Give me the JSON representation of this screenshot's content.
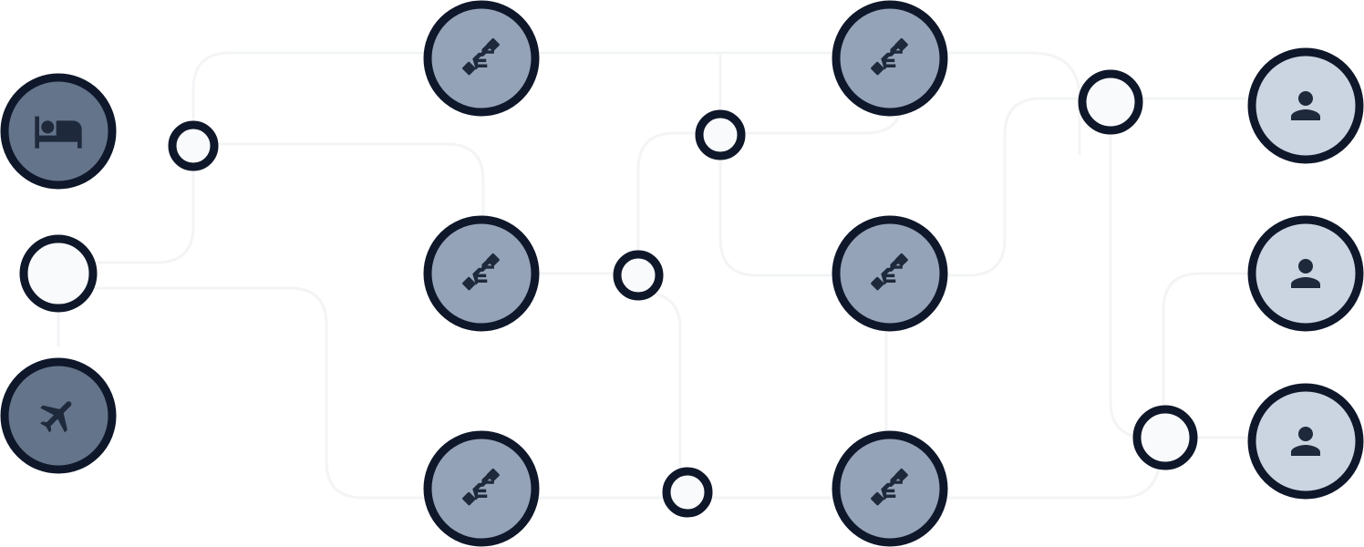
{
  "colors": {
    "background": "#ffffff",
    "edge": "#f3f4f6",
    "outline": "#0f172a",
    "icon": "#1e293b",
    "source_fill": "#64748b",
    "handover_fill": "#94a3b8",
    "person_fill": "#cbd5e1",
    "junction_fill": "#f8fafc"
  },
  "nodes": [
    {
      "id": "bed",
      "icon": "bed-icon",
      "kind": "source",
      "interactable": true
    },
    {
      "id": "source-blank",
      "icon": "",
      "kind": "junction-large",
      "interactable": true
    },
    {
      "id": "plane",
      "icon": "plane-icon",
      "kind": "source",
      "interactable": true
    },
    {
      "id": "handover-1",
      "icon": "handshake-icon",
      "kind": "handover",
      "interactable": true
    },
    {
      "id": "handover-2",
      "icon": "handshake-icon",
      "kind": "handover",
      "interactable": true
    },
    {
      "id": "handover-3",
      "icon": "handshake-icon",
      "kind": "handover",
      "interactable": true
    },
    {
      "id": "handover-4",
      "icon": "handshake-icon",
      "kind": "handover",
      "interactable": true
    },
    {
      "id": "handover-5",
      "icon": "handshake-icon",
      "kind": "handover",
      "interactable": true
    },
    {
      "id": "handover-6",
      "icon": "handshake-icon",
      "kind": "handover",
      "interactable": true
    },
    {
      "id": "person-1",
      "icon": "person-icon",
      "kind": "person",
      "interactable": true
    },
    {
      "id": "person-2",
      "icon": "person-icon",
      "kind": "person",
      "interactable": true
    },
    {
      "id": "person-3",
      "icon": "person-icon",
      "kind": "person",
      "interactable": true
    },
    {
      "id": "junction-1",
      "icon": "",
      "kind": "junction",
      "interactable": true
    },
    {
      "id": "junction-2",
      "icon": "",
      "kind": "junction",
      "interactable": true
    },
    {
      "id": "junction-3",
      "icon": "",
      "kind": "junction",
      "interactable": true
    },
    {
      "id": "junction-4",
      "icon": "",
      "kind": "junction",
      "interactable": true
    },
    {
      "id": "junction-5",
      "icon": "",
      "kind": "junction",
      "interactable": true
    },
    {
      "id": "junction-6",
      "icon": "",
      "kind": "junction",
      "interactable": true
    }
  ]
}
